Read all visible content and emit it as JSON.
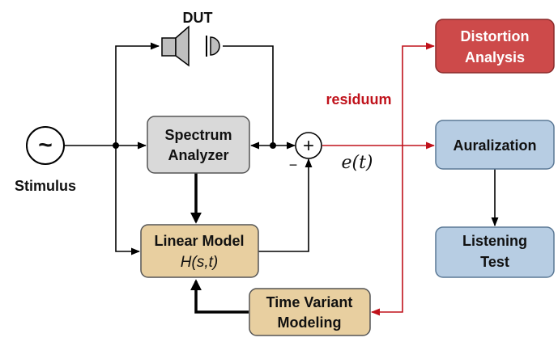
{
  "labels": {
    "dut": "DUT",
    "stimulus": "Stimulus",
    "spectrum_analyzer_line1": "Spectrum",
    "spectrum_analyzer_line2": "Analyzer",
    "linear_model_line1": "Linear Model",
    "linear_model_line2": "H(s,t)",
    "time_variant_line1": "Time Variant",
    "time_variant_line2": "Modeling",
    "distortion_line1": "Distortion",
    "distortion_line2": "Analysis",
    "auralization": "Auralization",
    "listening_line1": "Listening",
    "listening_line2": "Test",
    "residuum": "residuum",
    "error_signal": "e(t)",
    "minus_sign": "−",
    "source_symbol": "~",
    "sum_symbol": "+"
  },
  "colors": {
    "gray_box": "#d9d9d9",
    "tan_box": "#e8cfa0",
    "red_box": "#cd4a4a",
    "blue_box": "#b7cde3",
    "residual_red": "#c0121b"
  },
  "icons": {
    "loudspeaker": "speaker-icon",
    "microphone": "microphone-icon",
    "source": "sine-source-icon"
  }
}
